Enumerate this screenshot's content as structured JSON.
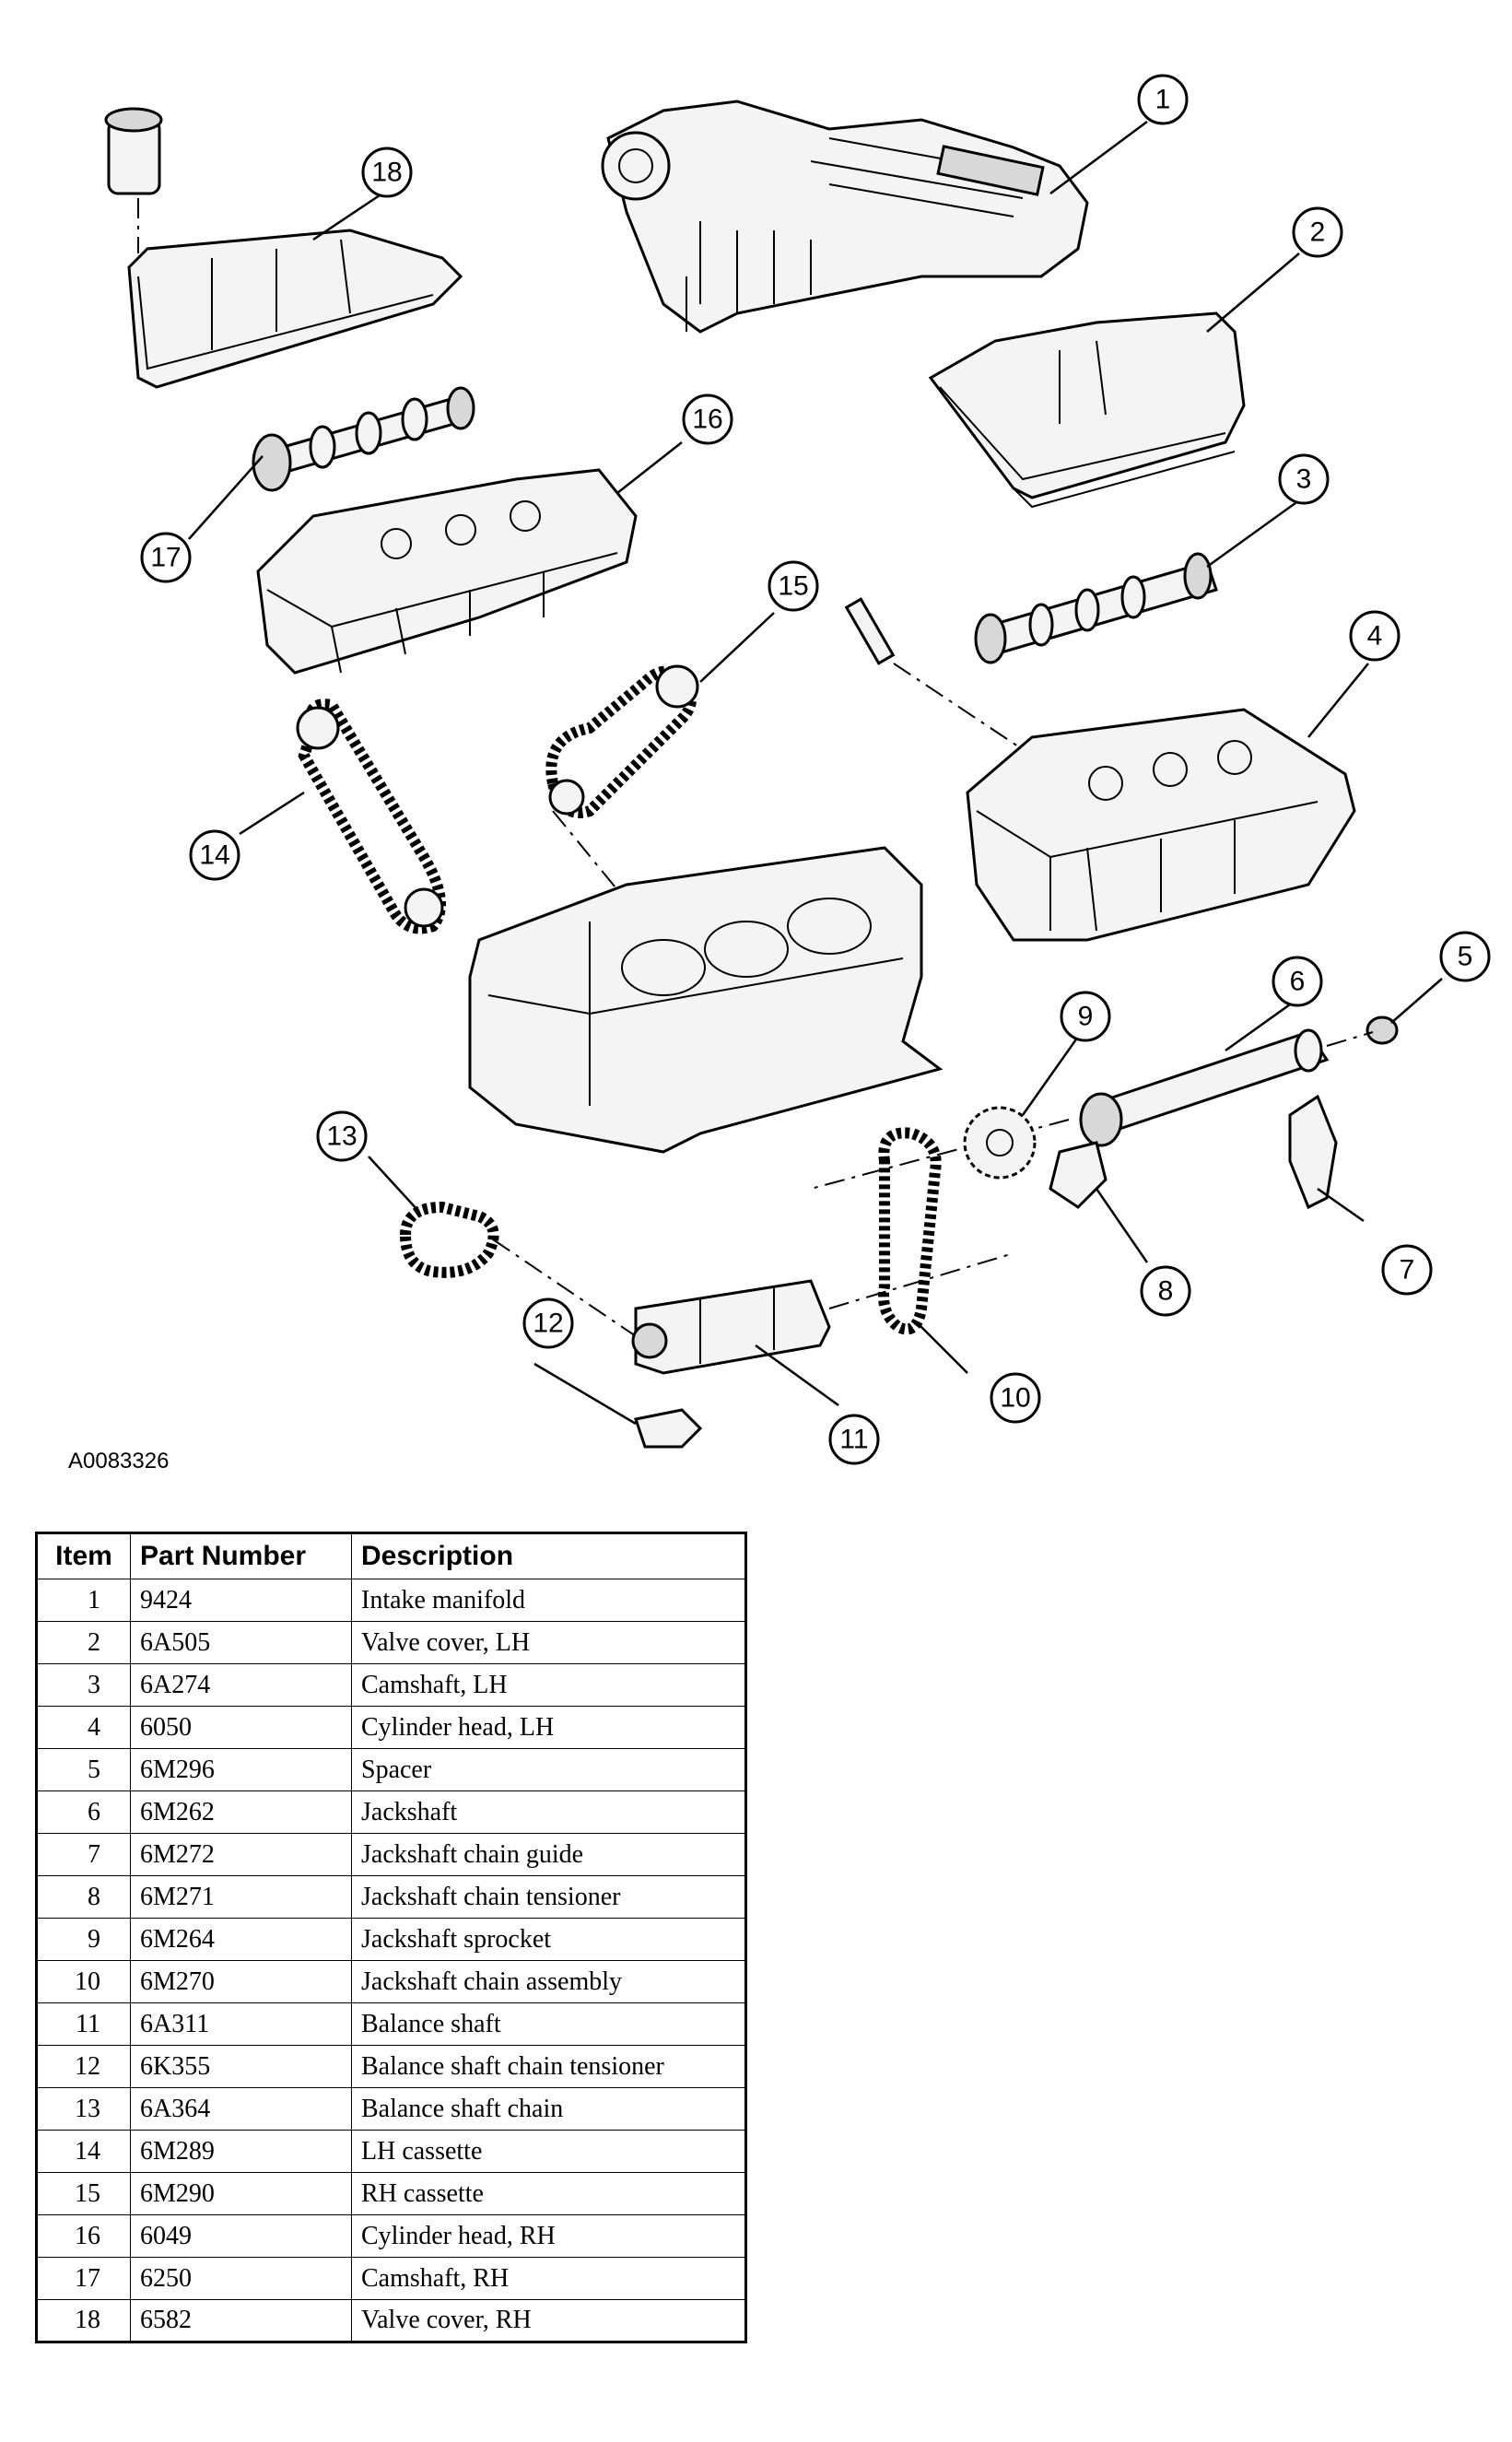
{
  "figure_id": "A0083326",
  "table": {
    "headers": {
      "item": "Item",
      "part_number": "Part Number",
      "description": "Description"
    },
    "rows": [
      {
        "item": "1",
        "part_number": "9424",
        "description": "Intake manifold"
      },
      {
        "item": "2",
        "part_number": "6A505",
        "description": "Valve cover, LH"
      },
      {
        "item": "3",
        "part_number": "6A274",
        "description": "Camshaft, LH"
      },
      {
        "item": "4",
        "part_number": "6050",
        "description": "Cylinder head, LH"
      },
      {
        "item": "5",
        "part_number": "6M296",
        "description": "Spacer"
      },
      {
        "item": "6",
        "part_number": "6M262",
        "description": "Jackshaft"
      },
      {
        "item": "7",
        "part_number": "6M272",
        "description": "Jackshaft chain guide"
      },
      {
        "item": "8",
        "part_number": "6M271",
        "description": "Jackshaft chain tensioner"
      },
      {
        "item": "9",
        "part_number": "6M264",
        "description": "Jackshaft sprocket"
      },
      {
        "item": "10",
        "part_number": "6M270",
        "description": "Jackshaft chain assembly"
      },
      {
        "item": "11",
        "part_number": "6A311",
        "description": "Balance shaft"
      },
      {
        "item": "12",
        "part_number": "6K355",
        "description": "Balance shaft chain tensioner"
      },
      {
        "item": "13",
        "part_number": "6A364",
        "description": "Balance shaft chain"
      },
      {
        "item": "14",
        "part_number": "6M289",
        "description": "LH cassette"
      },
      {
        "item": "15",
        "part_number": "6M290",
        "description": "RH cassette"
      },
      {
        "item": "16",
        "part_number": "6049",
        "description": "Cylinder head, RH"
      },
      {
        "item": "17",
        "part_number": "6250",
        "description": "Camshaft, RH"
      },
      {
        "item": "18",
        "part_number": "6582",
        "description": "Valve cover, RH"
      }
    ]
  },
  "callouts": [
    "1",
    "2",
    "3",
    "4",
    "5",
    "6",
    "7",
    "8",
    "9",
    "10",
    "11",
    "12",
    "13",
    "14",
    "15",
    "16",
    "17",
    "18"
  ]
}
